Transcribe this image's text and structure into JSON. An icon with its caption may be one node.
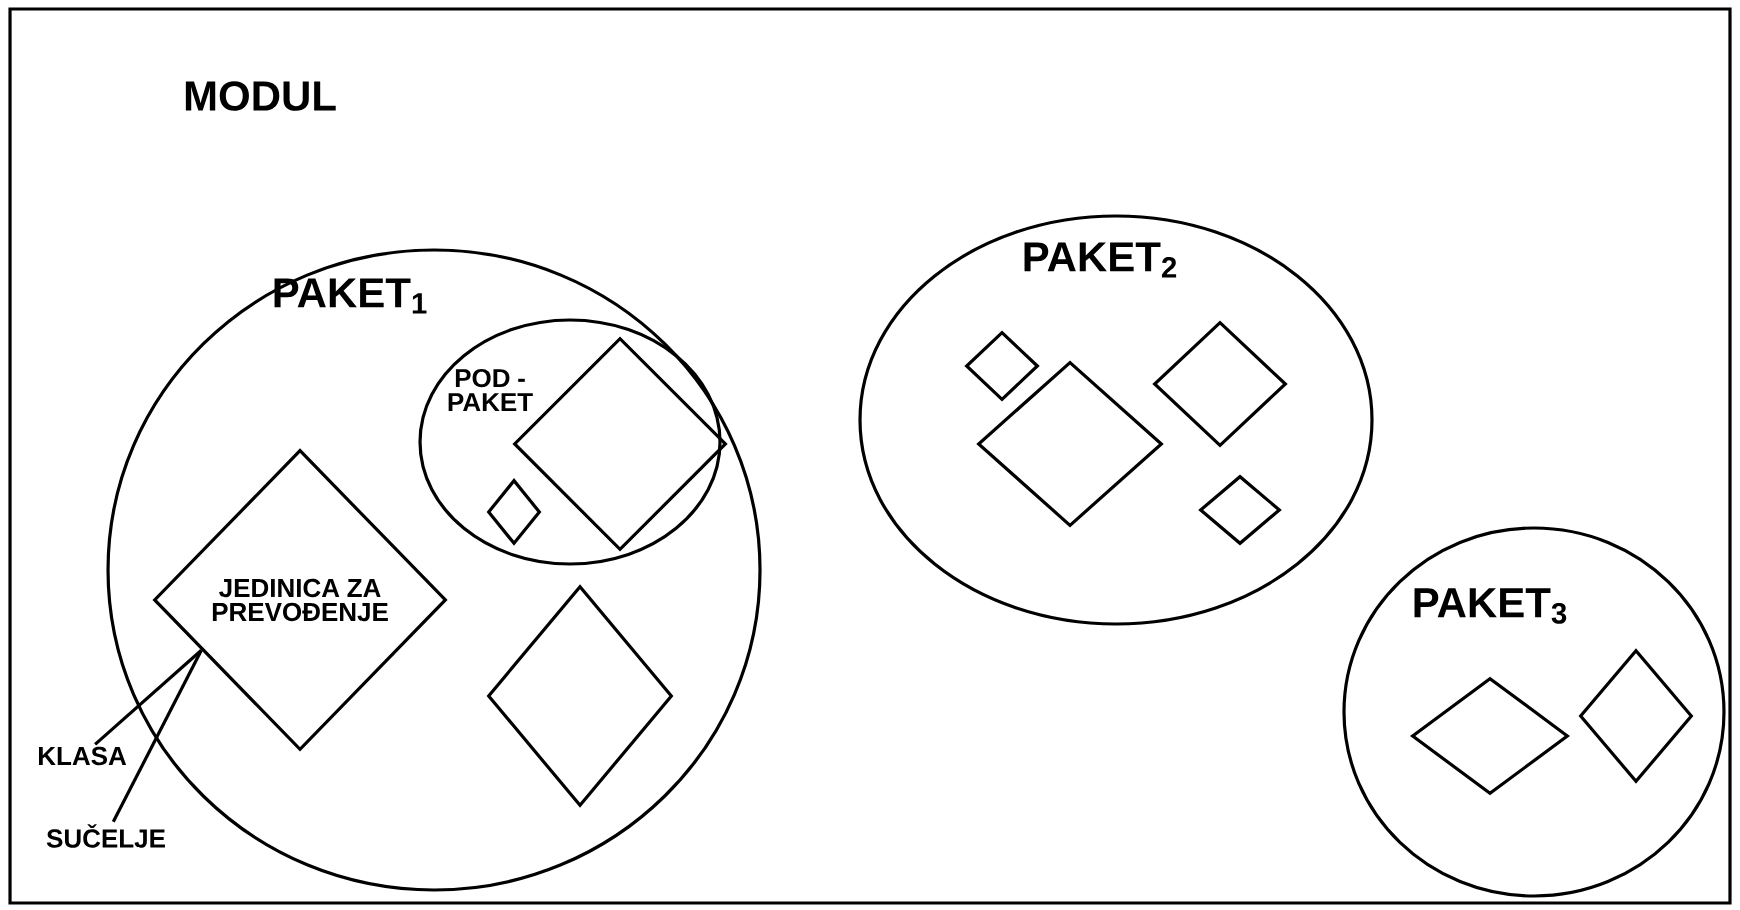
{
  "diagram": {
    "nodes": [
      {
        "text": [
          "MODUL"
        ]
      },
      {
        "text": [
          "PAKET$_{1}$"
        ],
        "in": 0
      },
      {
        "text": [
          "POD - PAKET"
        ],
        "in": 1
      },
      {
        "text": [],
        "shape": "diamond",
        "in": 2
      },
      {
        "text": [],
        "shape": "diamond",
        "in": 2
      },
      {
        "text": [
          "JEDINICA ZA PREVOĐENJE"
        ],
        "in": 1
      },
      {
        "text": [],
        "shape": "diamond",
        "in": 1
      },
      {
        "text": [
          "PAKET$_{2}$"
        ],
        "in": 0
      },
      {
        "text": [],
        "shape": "diamond",
        "in": 7
      },
      {
        "text": [],
        "shape": "diamond",
        "in": 7
      },
      {
        "text": [],
        "shape": "diamond",
        "in": 7
      },
      {
        "text": [],
        "shape": "diamond",
        "in": 7
      },
      {
        "text": [
          "PAKET$_{3}$"
        ],
        "in": 0
      },
      {
        "text": [],
        "shape": "diamond",
        "in": 12
      },
      {
        "text": [],
        "shape": "diamond",
        "in": 12
      },
      {
        "text": [
          "KLASA"
        ],
        "in": 0
      },
      {
        "text": [
          "SUČELJE"
        ],
        "in": 0
      }
    ],
    "edges": [
      {
        "from": 15,
        "to": 5,
        "arrow": "none"
      },
      {
        "from": 16,
        "to": 5,
        "arrow": "none"
      }
    ]
  }
}
